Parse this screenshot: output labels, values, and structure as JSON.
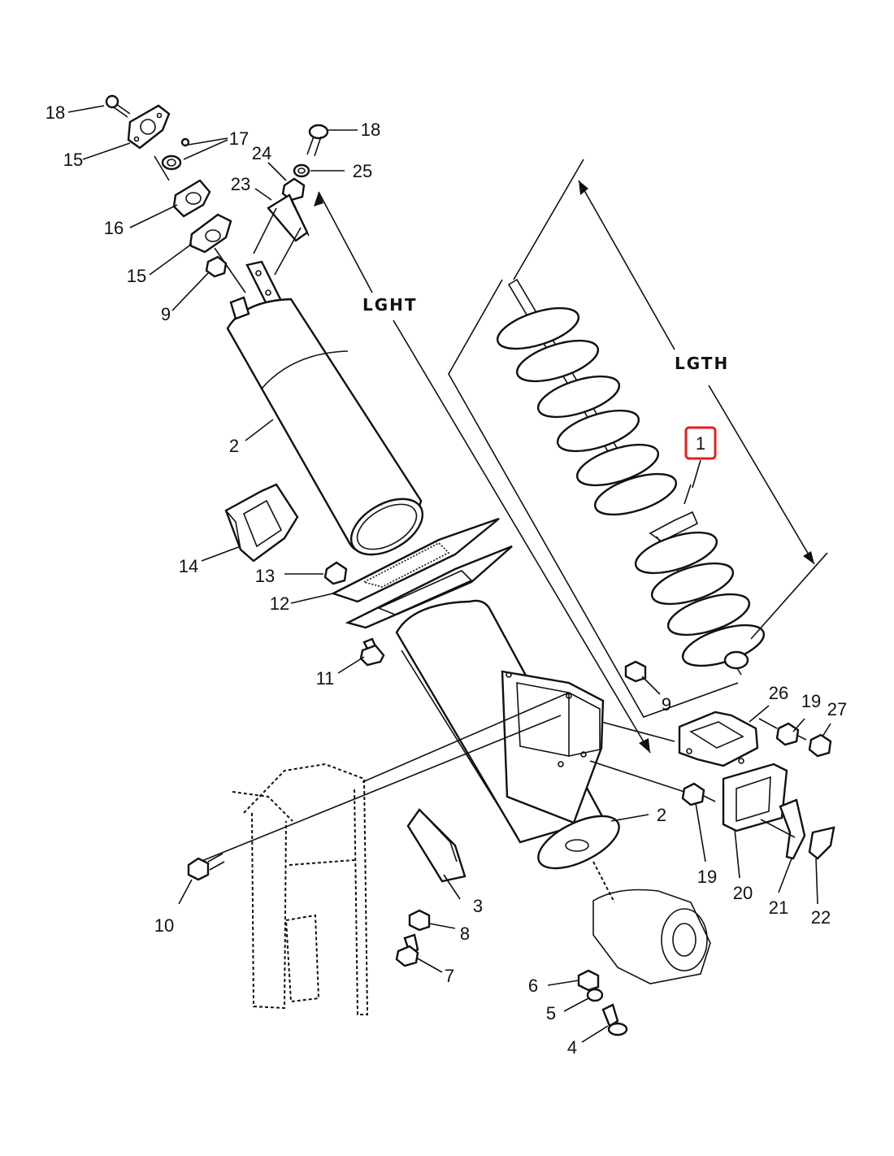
{
  "diagram": {
    "dimension_labels": {
      "lght": "LGHT",
      "lgth": "LGTH"
    },
    "highlight_color": "#e02020",
    "callouts": {
      "c1": "1",
      "c2a": "2",
      "c2b": "2",
      "c3": "3",
      "c4": "4",
      "c5": "5",
      "c6": "6",
      "c7": "7",
      "c8": "8",
      "c9a": "9",
      "c9b": "9",
      "c10": "10",
      "c11": "11",
      "c12": "12",
      "c13": "13",
      "c14": "14",
      "c15a": "15",
      "c15b": "15",
      "c16": "16",
      "c17": "17",
      "c18a": "18",
      "c18b": "18",
      "c19a": "19",
      "c19b": "19",
      "c20": "20",
      "c21": "21",
      "c22": "22",
      "c23": "23",
      "c24": "24",
      "c25": "25",
      "c26": "26",
      "c27": "27"
    }
  }
}
